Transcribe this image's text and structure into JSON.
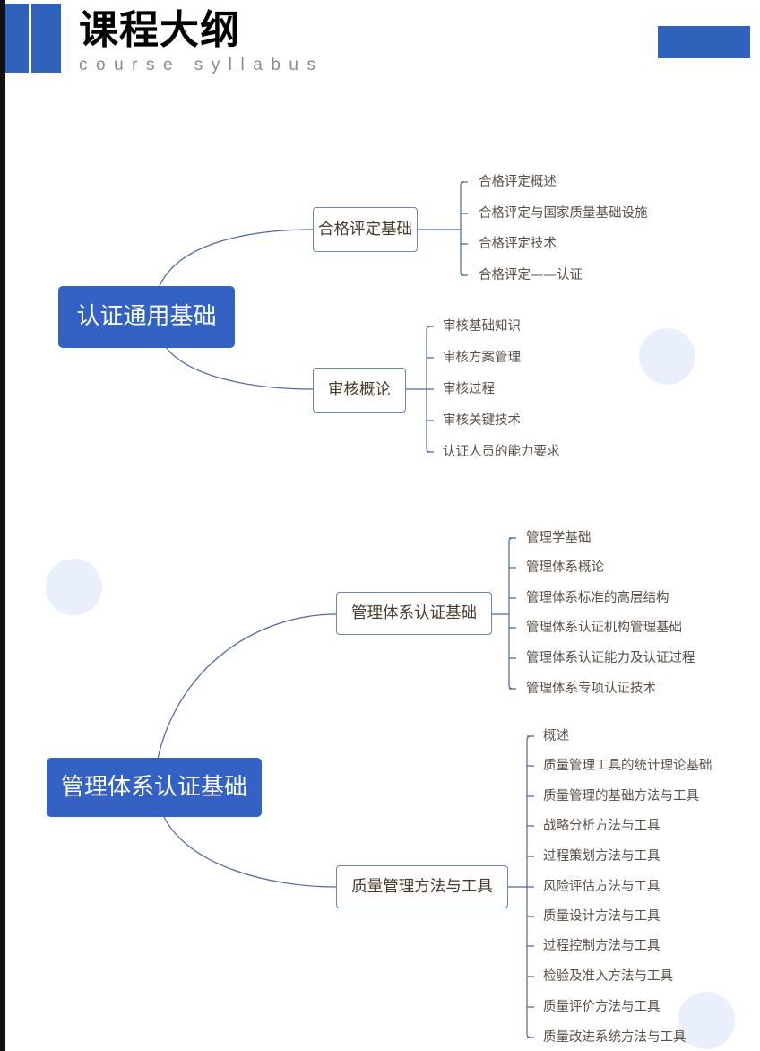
{
  "header": {
    "title": "课程大纲",
    "subtitle": "course syllabus"
  },
  "colors": {
    "accent": "#2f63bb",
    "root_fill": "#3462c4",
    "connector": "#4e65a8",
    "deco": "#e9f0fb"
  },
  "mindmap_1": {
    "root": "认证通用基础",
    "branch_1": {
      "label": "合格评定基础",
      "items": [
        "合格评定概述",
        "合格评定与国家质量基础设施",
        "合格评定技术",
        "合格评定——认证"
      ]
    },
    "branch_2": {
      "label": "审核概论",
      "items": [
        "审核基础知识",
        "审核方案管理",
        "审核过程",
        "审核关键技术",
        "认证人员的能力要求"
      ]
    }
  },
  "mindmap_2": {
    "root": "管理体系认证基础",
    "branch_1": {
      "label": "管理体系认证基础",
      "items": [
        "管理学基础",
        "管理体系概论",
        "管理体系标准的高层结构",
        "管理体系认证机构管理基础",
        "管理体系认证能力及认证过程",
        "管理体系专项认证技术"
      ]
    },
    "branch_2": {
      "label": "质量管理方法与工具",
      "items": [
        "概述",
        "质量管理工具的统计理论基础",
        "质量管理的基础方法与工具",
        "战略分析方法与工具",
        "过程策划方法与工具",
        "风险评估方法与工具",
        "质量设计方法与工具",
        "过程控制方法与工具",
        "检验及准入方法与工具",
        "质量评价方法与工具",
        "质量改进系统方法与工具"
      ]
    }
  }
}
